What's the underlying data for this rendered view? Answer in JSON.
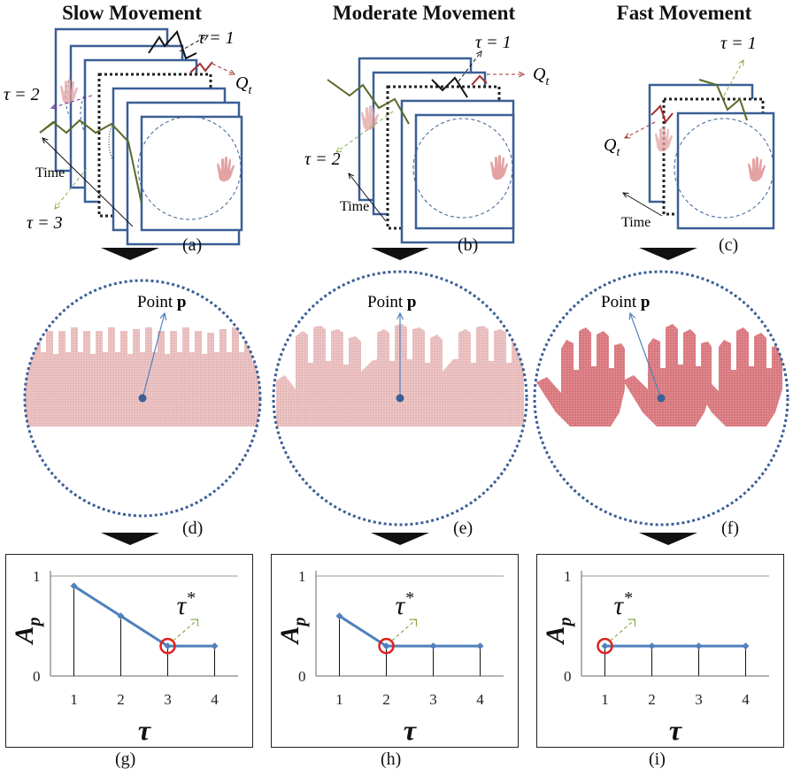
{
  "columns": [
    {
      "title": "Slow Movement",
      "frames_label": "(a)",
      "hands_label": "(d)",
      "chart_label": "(g)"
    },
    {
      "title": "Moderate Movement",
      "frames_label": "(b)",
      "hands_label": "(e)",
      "chart_label": "(h)"
    },
    {
      "title": "Fast Movement",
      "frames_label": "(c)",
      "hands_label": "(f)",
      "chart_label": "(i)"
    }
  ],
  "annotations": {
    "time": "Time",
    "tau1": "τ = 1",
    "tau2": "τ = 2",
    "tau3": "τ = 3",
    "qt": "Q",
    "qt_sub": "t",
    "point": "Point ",
    "point_bold": "p",
    "tau_star": "τ",
    "tau_star_sup": "*",
    "a_main": "A",
    "a_sub": "p",
    "tau_axis": "τ"
  },
  "colors": {
    "frame_border": "#3a5f96",
    "circle_dash": "#3a5f96",
    "hand_light": "#e8bcbc",
    "hand_dark": "#d97a80",
    "line": "#4f81bd",
    "highlight": "#e02020",
    "arrow_green": "#8cae4e",
    "arrow_red": "#a33030",
    "arrow_purple": "#7030a0"
  },
  "chart_data": [
    {
      "type": "line",
      "x": [
        1,
        2,
        3,
        4
      ],
      "y": [
        0.9,
        0.6,
        0.3,
        0.3
      ],
      "xlabel": "τ",
      "ylabel": "A_p",
      "ylim": [
        0,
        1
      ],
      "yticks": [
        "0",
        "1"
      ],
      "xticks": [
        "1",
        "2",
        "3",
        "4"
      ],
      "highlight_x": 3,
      "annotation": "τ*",
      "grid": "horizontal"
    },
    {
      "type": "line",
      "x": [
        1,
        2,
        3,
        4
      ],
      "y": [
        0.6,
        0.3,
        0.3,
        0.3
      ],
      "xlabel": "τ",
      "ylabel": "A_p",
      "ylim": [
        0,
        1
      ],
      "yticks": [
        "0",
        "1"
      ],
      "xticks": [
        "1",
        "2",
        "3",
        "4"
      ],
      "highlight_x": 2,
      "annotation": "τ*",
      "grid": "horizontal"
    },
    {
      "type": "line",
      "x": [
        1,
        2,
        3,
        4
      ],
      "y": [
        0.3,
        0.3,
        0.3,
        0.3
      ],
      "xlabel": "τ",
      "ylabel": "A_p",
      "ylim": [
        0,
        1
      ],
      "yticks": [
        "0",
        "1"
      ],
      "xticks": [
        "1",
        "2",
        "3",
        "4"
      ],
      "highlight_x": 1,
      "annotation": "τ*",
      "grid": "horizontal"
    }
  ]
}
